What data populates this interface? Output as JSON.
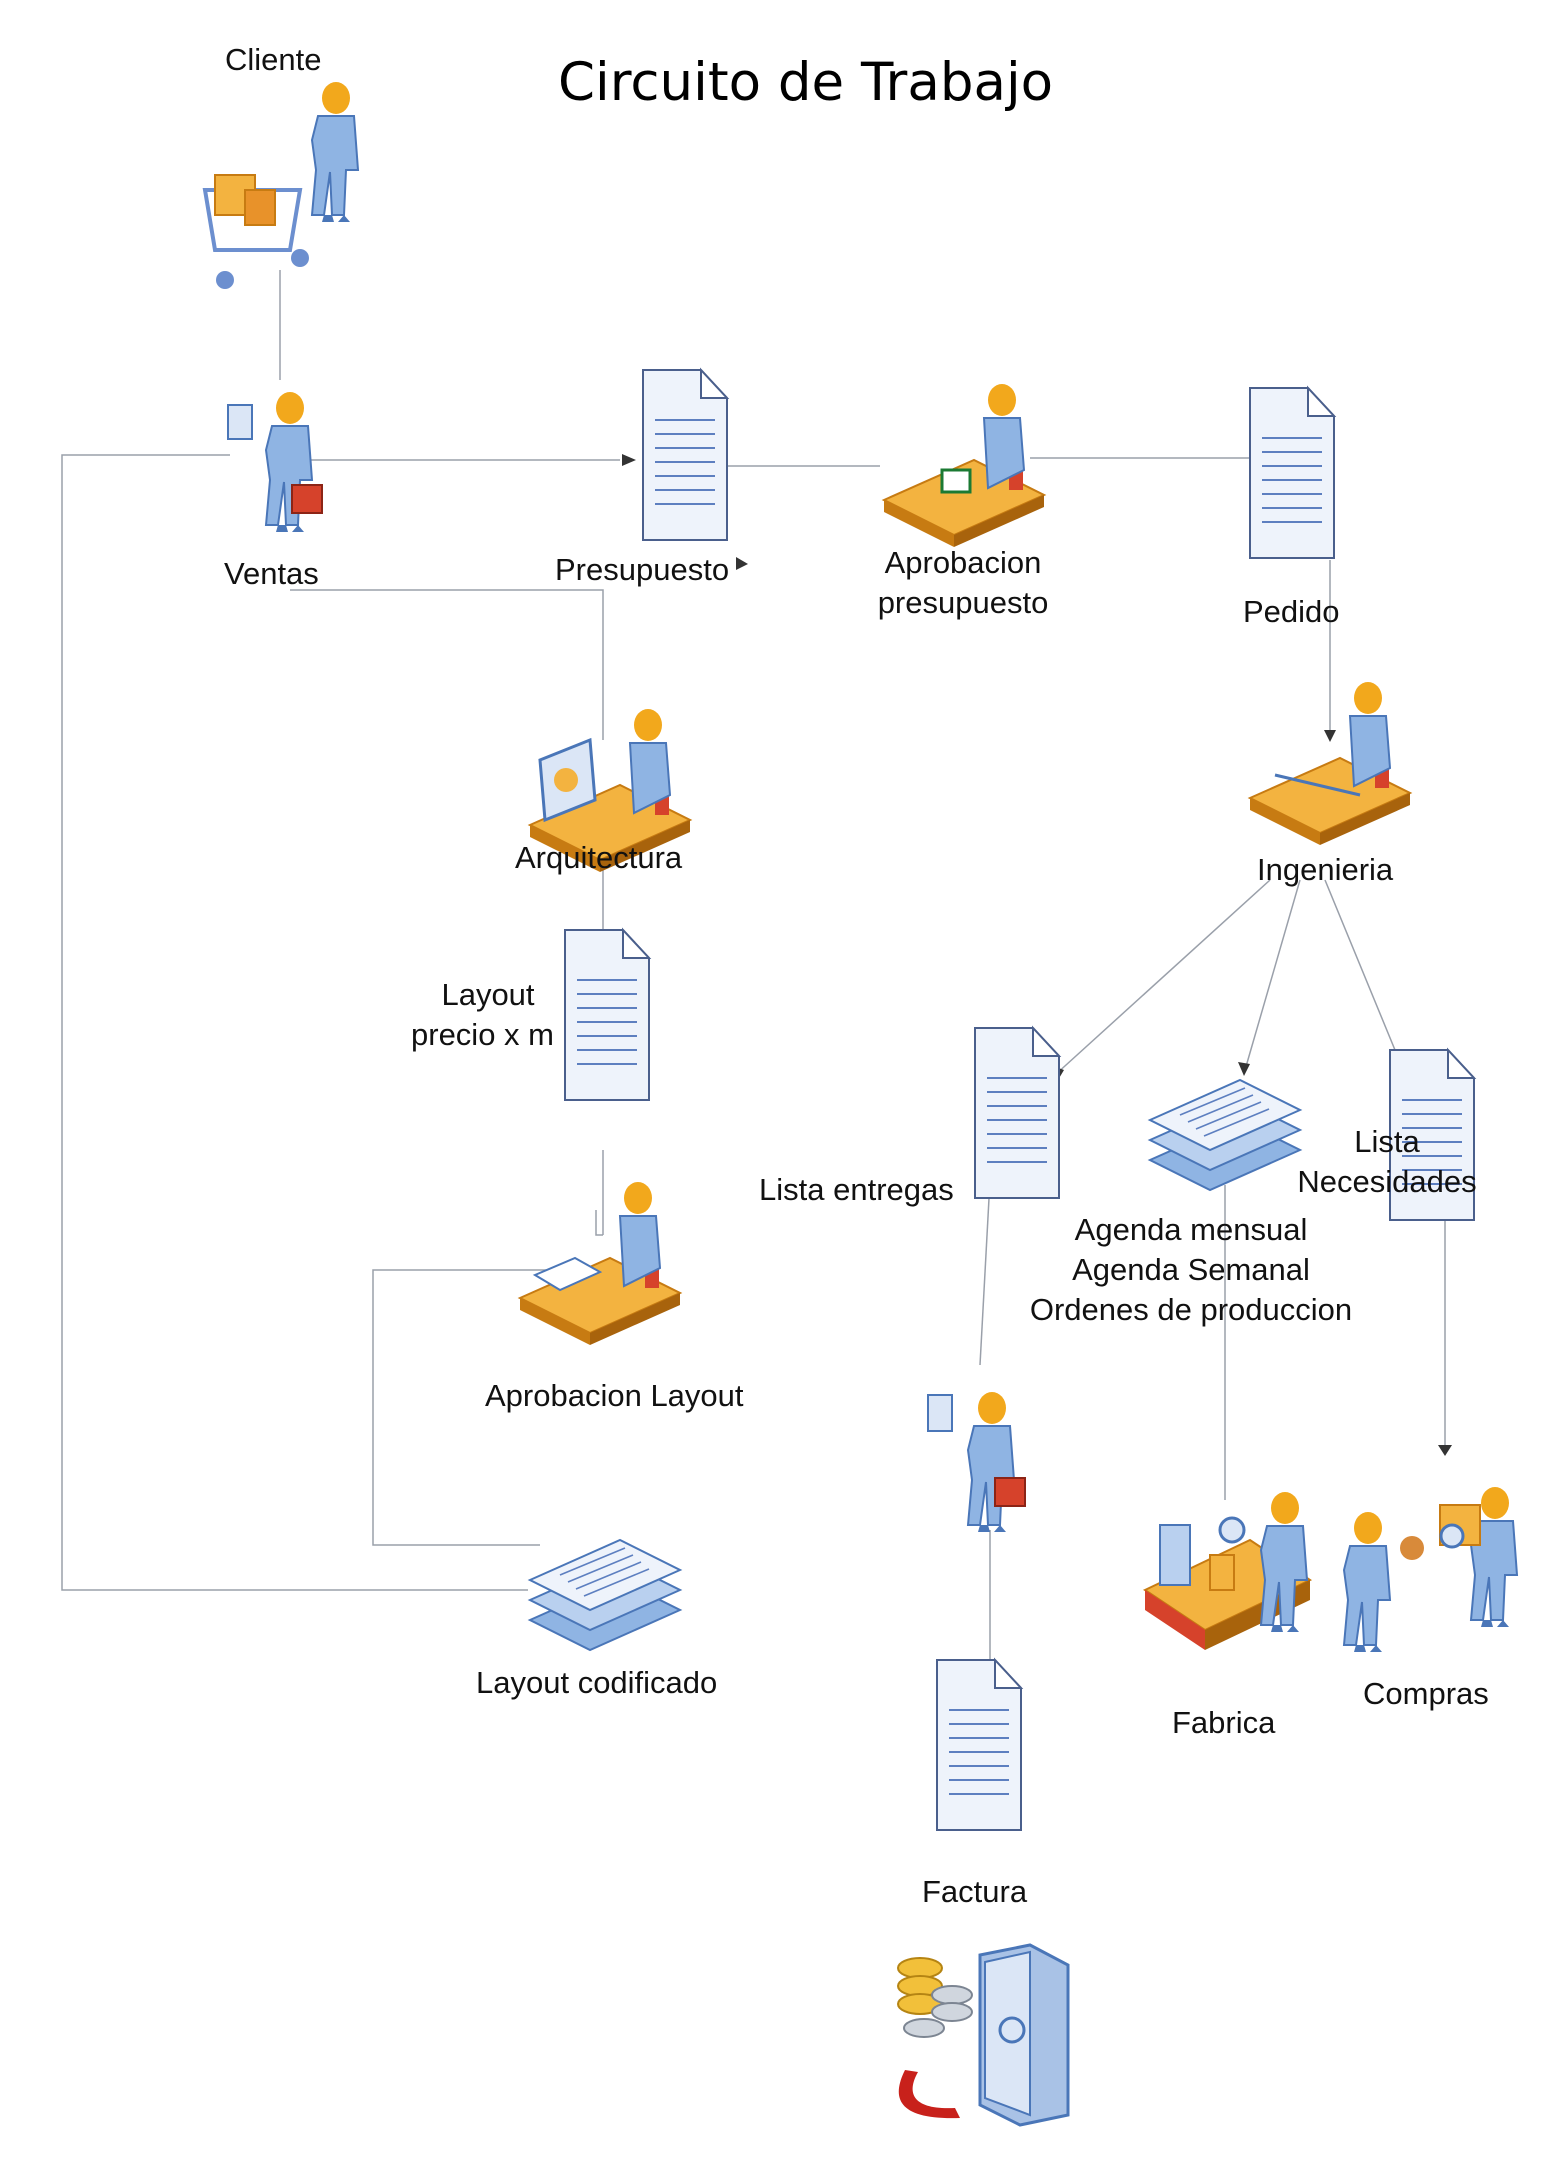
{
  "title": "Circuito de Trabajo",
  "nodes": {
    "cliente": "Cliente",
    "ventas": "Ventas",
    "presupuesto": "Presupuesto",
    "aprobacion_presupuesto": [
      "Aprobacion",
      "presupuesto"
    ],
    "pedido": "Pedido",
    "arquitectura": "Arquitectura",
    "ingenieria": "Ingenieria",
    "layout_precio": [
      "Layout",
      "precio x m"
    ],
    "lista_entregas": "Lista entregas",
    "agenda": [
      "Agenda mensual",
      "Agenda Semanal",
      "Ordenes de produccion"
    ],
    "lista_necesidades": [
      "Lista",
      "Necesidades"
    ],
    "aprobacion_layout": "Aprobacion Layout",
    "layout_codificado": "Layout codificado",
    "fabrica": "Fabrica",
    "compras": "Compras",
    "factura": "Factura"
  },
  "colors": {
    "person": "#8fb4e3",
    "person_dark": "#4a76b8",
    "head": "#f2a81c",
    "desk": "#f3b340",
    "desk_dark": "#c77b12",
    "doc": "#eef3fb",
    "doc_line": "#5d7fc0",
    "line": "#9aa0aa"
  }
}
